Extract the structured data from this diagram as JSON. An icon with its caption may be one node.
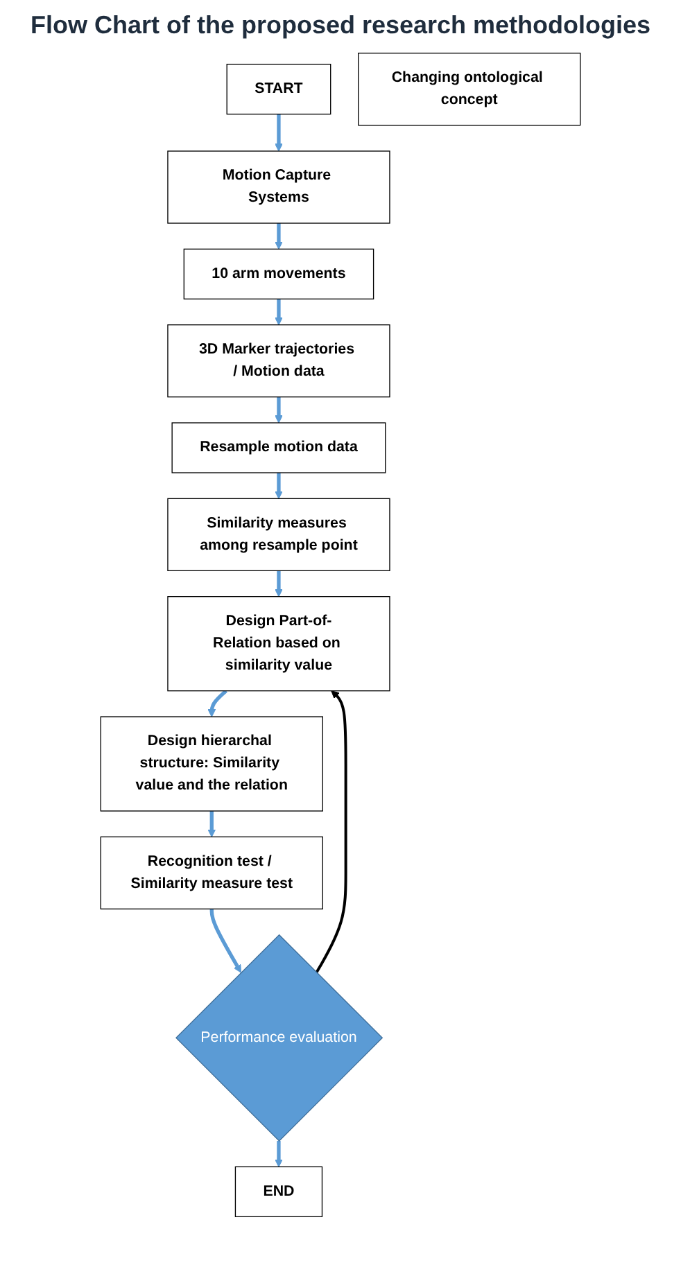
{
  "diagram": {
    "title": "Flow Chart of the proposed research methodologies",
    "nodes": [
      {
        "text": [
          "START"
        ]
      },
      {
        "text": [
          "Motion Capture Systems"
        ]
      },
      {
        "text": [
          "10 arm movements"
        ]
      },
      {
        "text": [
          "3D Marker trajectories / Motion data"
        ]
      },
      {
        "text": [
          "Resample motion data"
        ]
      },
      {
        "text": [
          "Similarity measures among resample point"
        ]
      },
      {
        "text": [
          "Design Part-of-Relation based on similarity value"
        ]
      },
      {
        "text": [
          "Design hierarchal structure: Similarity value and the relation"
        ]
      },
      {
        "text": [
          "Recognition test / Similarity measure test"
        ]
      },
      {
        "text": [
          "Performance evaluation"
        ]
      },
      {
        "text": [
          "END"
        ]
      },
      {
        "text": [
          "Changing ontological concept"
        ]
      }
    ],
    "edges": [
      {
        "from": 0,
        "to": 1,
        "arrow": "to"
      },
      {
        "from": 1,
        "to": 2,
        "arrow": "to"
      },
      {
        "from": 2,
        "to": 3,
        "arrow": "to"
      },
      {
        "from": 3,
        "to": 4,
        "arrow": "to"
      },
      {
        "from": 4,
        "to": 5,
        "arrow": "to"
      },
      {
        "from": 5,
        "to": 6,
        "arrow": "to"
      },
      {
        "from": 6,
        "to": 7,
        "arrow": "to"
      },
      {
        "from": 7,
        "to": 8,
        "arrow": "to"
      },
      {
        "from": 8,
        "to": 9,
        "arrow": "to"
      },
      {
        "from": 9,
        "to": 10,
        "arrow": "to"
      },
      {
        "from": 9,
        "to": 6,
        "arrow": "to",
        "color": "#000000"
      }
    ]
  }
}
